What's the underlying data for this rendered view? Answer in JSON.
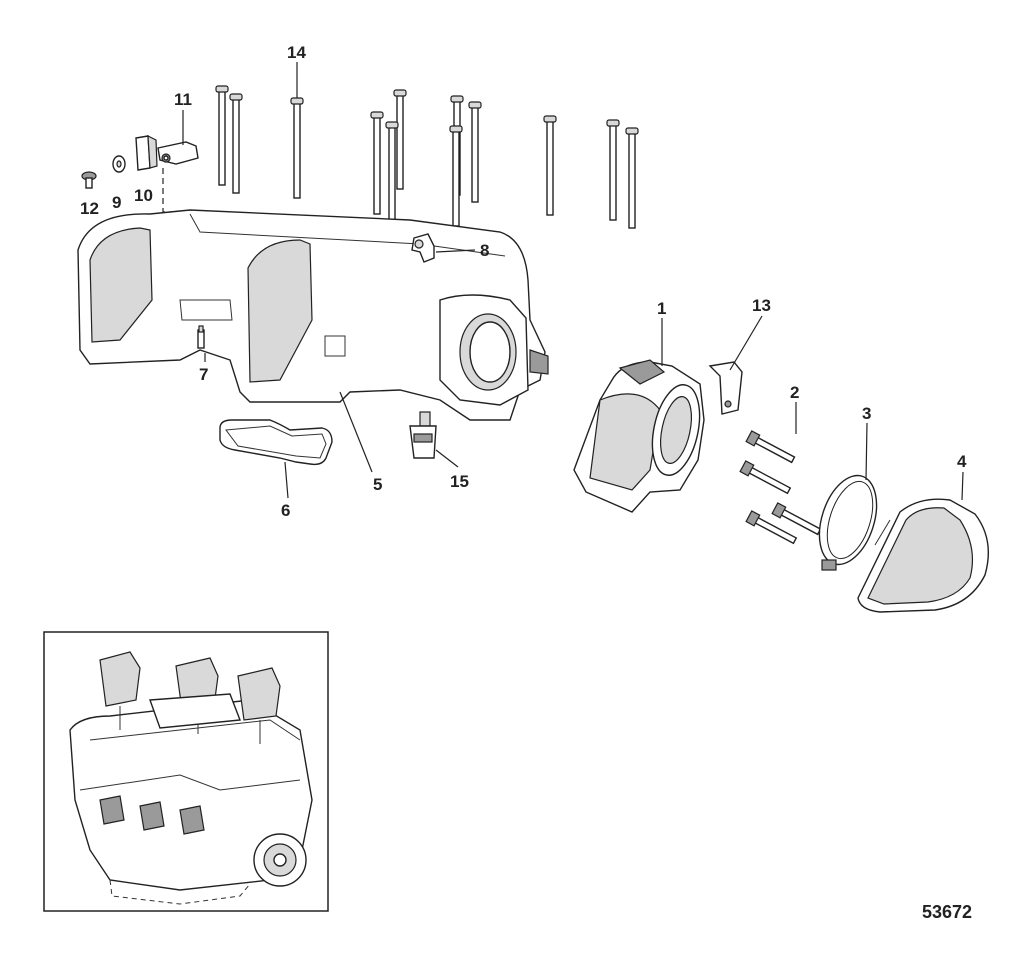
{
  "diagram": {
    "callouts": [
      {
        "id": "c1",
        "text": "1"
      },
      {
        "id": "c2",
        "text": "2"
      },
      {
        "id": "c3",
        "text": "3"
      },
      {
        "id": "c4",
        "text": "4"
      },
      {
        "id": "c5",
        "text": "5"
      },
      {
        "id": "c6",
        "text": "6"
      },
      {
        "id": "c7",
        "text": "7"
      },
      {
        "id": "c8",
        "text": "8"
      },
      {
        "id": "c9",
        "text": "9"
      },
      {
        "id": "c10",
        "text": "10"
      },
      {
        "id": "c11",
        "text": "11"
      },
      {
        "id": "c12",
        "text": "12"
      },
      {
        "id": "c13",
        "text": "13"
      },
      {
        "id": "c14",
        "text": "14"
      },
      {
        "id": "c15",
        "text": "15"
      }
    ],
    "figure_number": "53672"
  }
}
